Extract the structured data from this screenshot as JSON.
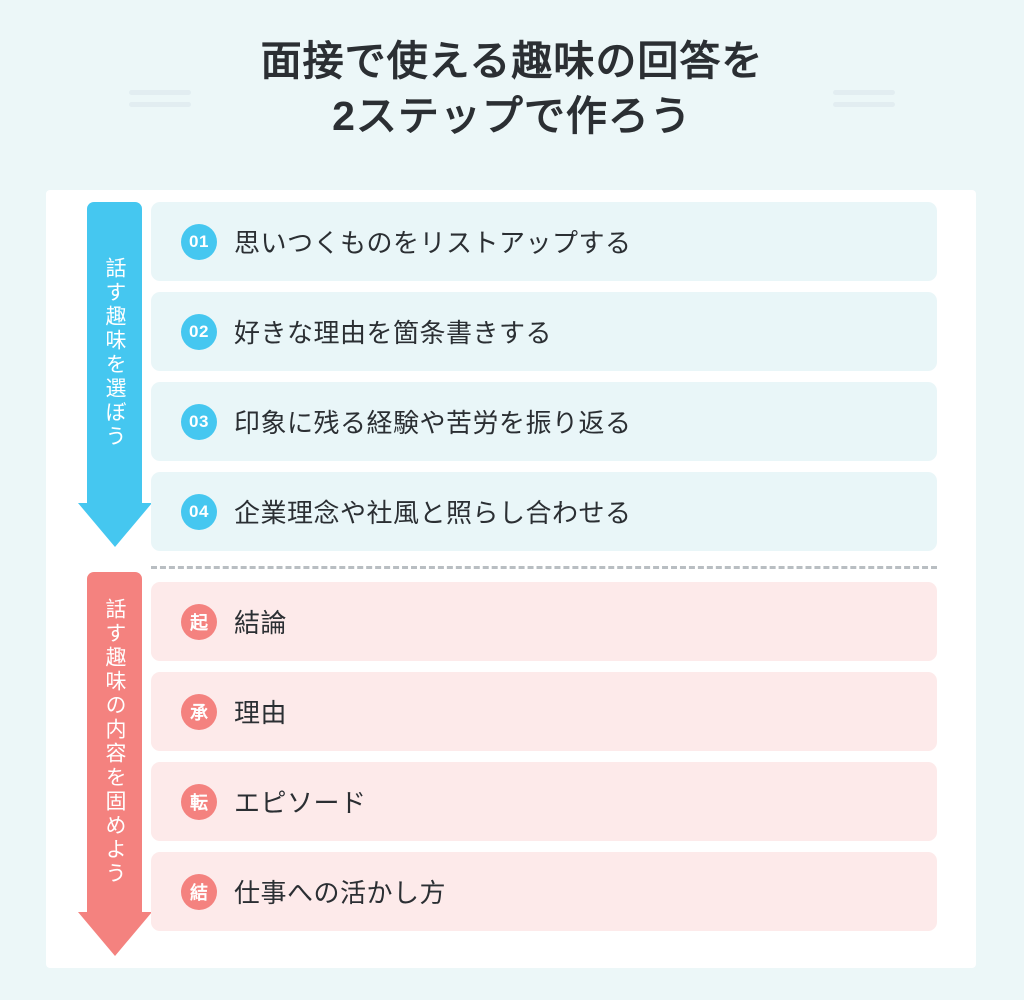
{
  "title": {
    "line1": "面接で使える趣味の回答を",
    "line2": "2ステップで作ろう"
  },
  "colors": {
    "page_background": "#ecf7f8",
    "card_background": "#ffffff",
    "blue_accent": "#45c7f0",
    "pink_accent": "#f4827f",
    "blue_row_background": "#e9f6f8",
    "pink_row_background": "#fdeaea",
    "title_text": "#2b2f33",
    "divider": "#b9bec2",
    "decoration": "#e2edf1"
  },
  "step1": {
    "arrow_label": "話す趣味を選ぼう",
    "items": [
      {
        "badge": "01",
        "text": "思いつくものをリストアップする"
      },
      {
        "badge": "02",
        "text": "好きな理由を箇条書きする"
      },
      {
        "badge": "03",
        "text": "印象に残る経験や苦労を振り返る"
      },
      {
        "badge": "04",
        "text": "企業理念や社風と照らし合わせる"
      }
    ]
  },
  "step2": {
    "arrow_label": "話す趣味の内容を固めよう",
    "items": [
      {
        "badge": "起",
        "text": "結論"
      },
      {
        "badge": "承",
        "text": "理由"
      },
      {
        "badge": "転",
        "text": "エピソード"
      },
      {
        "badge": "結",
        "text": "仕事への活かし方"
      }
    ]
  }
}
